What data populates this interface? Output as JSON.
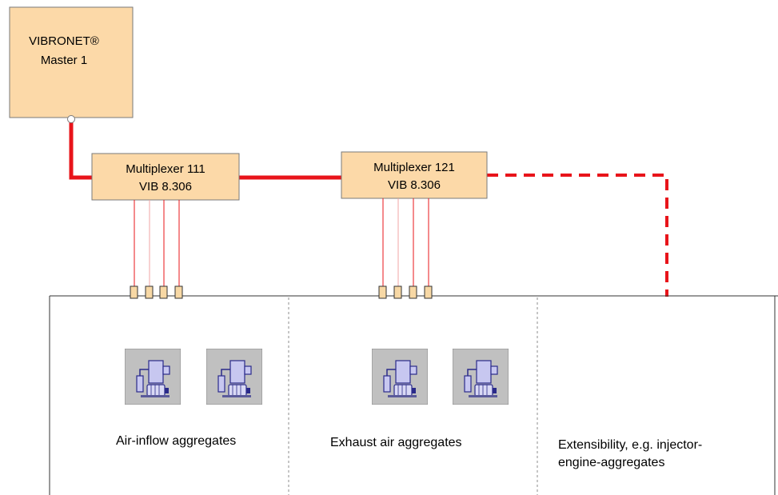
{
  "colors": {
    "box_fill": "#fcd9a8",
    "box_stroke": "#7a7a7a",
    "bus_red": "#e8141a",
    "channel_red": "#f0a6a6",
    "connector_fill": "#f7d8a5",
    "aggregate_bg": "#c0c0c0",
    "motor_fill": "#c7c7f0",
    "motor_stroke": "#2a2a8a",
    "divider": "#8c8c8c"
  },
  "master": {
    "title": "VIBRONET®",
    "subtitle": "Master 1"
  },
  "multiplexers": [
    {
      "name": "Multiplexer 111",
      "model": "VIB 8.306"
    },
    {
      "name": "Multiplexer 121",
      "model": "VIB 8.306"
    }
  ],
  "sections": {
    "air_inflow": "Air-inflow aggregates",
    "exhaust_air": "Exhaust air aggregates",
    "extensibility_line1": "Extensibility, e.g. injector-",
    "extensibility_line2": "engine-aggregates"
  },
  "icons": {
    "aggregate": "motor-aggregate-icon",
    "connector": "plug-connector-icon"
  }
}
